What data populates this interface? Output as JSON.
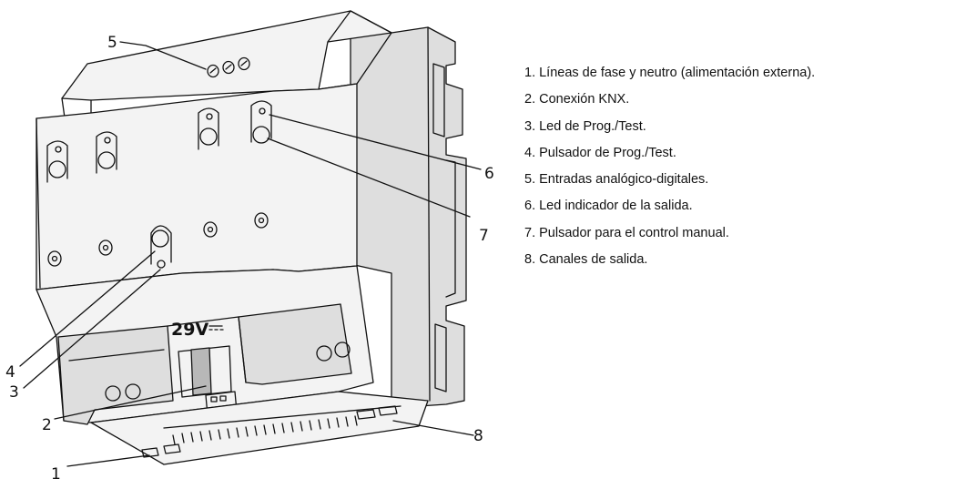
{
  "diagram": {
    "voltage_mark": "29V",
    "callouts": [
      "1",
      "2",
      "3",
      "4",
      "5",
      "6",
      "7",
      "8"
    ]
  },
  "legend": [
    "1. Líneas de fase y neutro (alimentación externa).",
    "2. Conexión KNX.",
    "3. Led de Prog./Test.",
    "4. Pulsador de Prog./Test.",
    "5. Entradas analógico-digitales.",
    "6. Led indicador de la salida.",
    "7. Pulsador para el control manual.",
    "8. Canales de salida."
  ]
}
